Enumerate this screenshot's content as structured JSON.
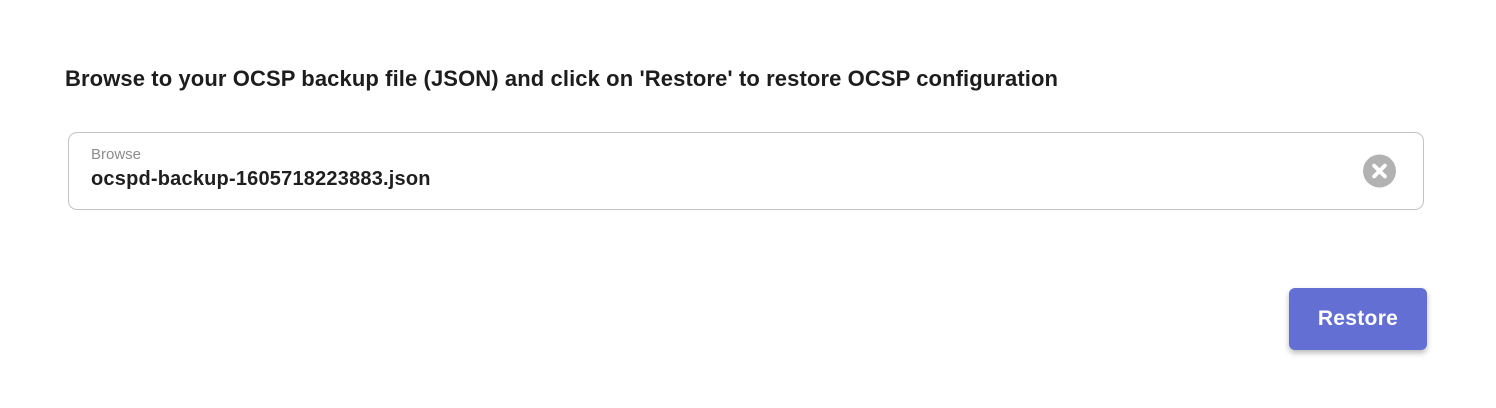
{
  "page": {
    "heading": "Browse to your OCSP backup file (JSON) and click on 'Restore' to restore OCSP configuration"
  },
  "file_input": {
    "label": "Browse",
    "value": "ocspd-backup-1605718223883.json",
    "clear_icon": "circle-x-icon"
  },
  "actions": {
    "restore_label": "Restore"
  },
  "colors": {
    "accent": "#636fd2",
    "heading_text": "#1d1d1d",
    "value_text": "#1f1f1f",
    "label_gray": "#8c8c8c",
    "input_border": "#c3c3c3",
    "clear_icon_gray": "#b2b2b2",
    "clear_icon_x": "#ffffff"
  }
}
